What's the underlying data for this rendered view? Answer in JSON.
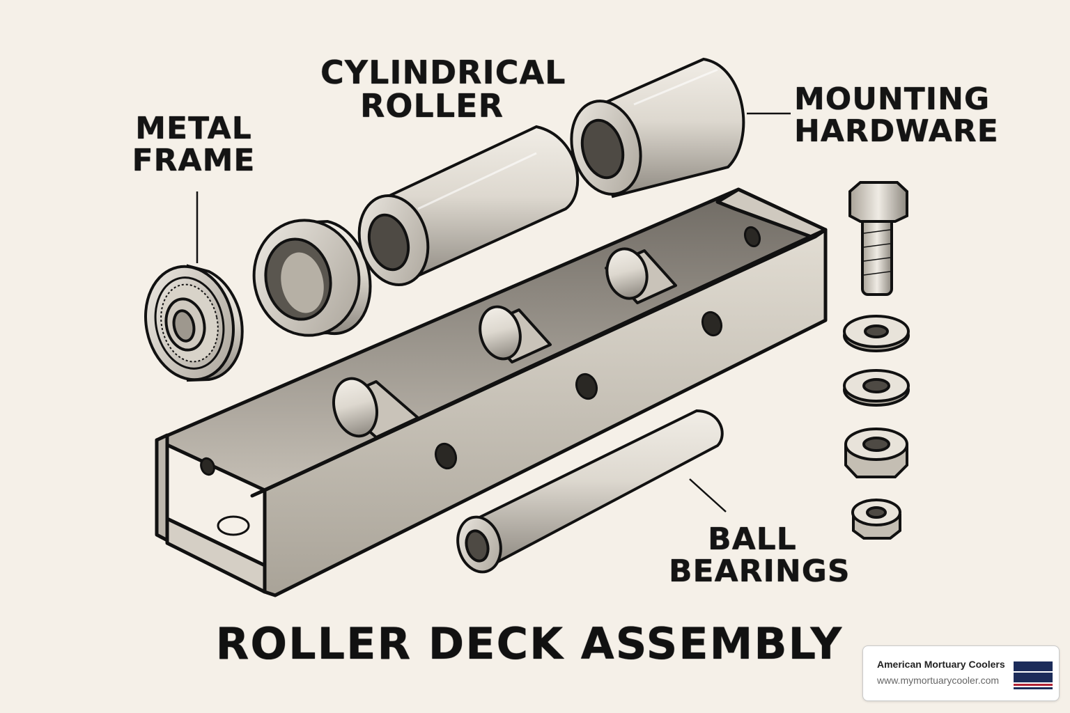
{
  "labels": {
    "metal_frame": [
      "METAL",
      "FRAME"
    ],
    "cylindrical_roller": [
      "CYLINDRICAL",
      "ROLLER"
    ],
    "mounting_hardware": [
      "MOUNTING",
      "HARDWARE"
    ],
    "ball_bearings": [
      "BALL",
      "BEARINGS"
    ]
  },
  "title": "ROLLER DECK ASSEMBLY",
  "badge": {
    "name": "American Mortuary Coolers",
    "url": "www.mymortuarycooler.com"
  },
  "colors": {
    "background": "#f5f0e8",
    "ink": "#141414",
    "metal_light": "#e4dfd6",
    "metal_mid": "#bdb7ad",
    "metal_dark": "#5e5a54",
    "brand_navy": "#1c2c5a"
  }
}
